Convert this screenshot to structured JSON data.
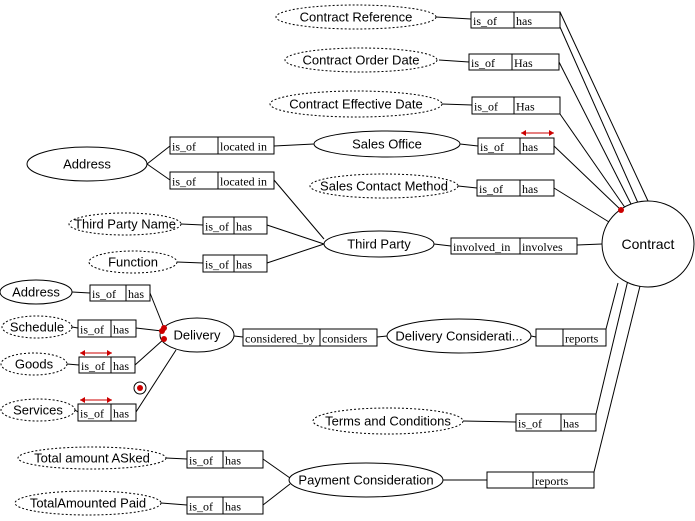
{
  "colors": {
    "line": "#000000",
    "marker": "#cc0000",
    "background": "#ffffff"
  },
  "entities": {
    "contract": "Contract",
    "address": "Address",
    "sales_office": "Sales Office",
    "third_party": "Third Party",
    "delivery": "Delivery",
    "delivery_consideration": "Delivery Considerati...",
    "payment_consideration": "Payment Consideration",
    "delivery_address": "Address"
  },
  "attributes": {
    "contract_reference": "Contract  Reference",
    "contract_order_date": "Contract Order Date",
    "contract_effective_date": "Contract Effective Date",
    "sales_contact_method": "Sales Contact Method",
    "third_party_name": "Third Party Name",
    "function": "Function",
    "schedule": "Schedule",
    "goods": "Goods",
    "services": "Services",
    "terms_and_conditions": "Terms and Conditions",
    "total_amount_asked": "Total amount ASked",
    "total_amounted_paid": "TotalAmounted Paid"
  },
  "relations": {
    "r_contract_reference": [
      "is_of",
      "has"
    ],
    "r_contract_order_date": [
      "is_of",
      "Has"
    ],
    "r_contract_effective_date": [
      "is_of",
      "Has"
    ],
    "r_address_sales_office": [
      "is_of",
      "located in"
    ],
    "r_address_third_party": [
      "is_of",
      "located in"
    ],
    "r_sales_office": [
      "is_of",
      "has"
    ],
    "r_sales_contact_method": [
      "is_of",
      "has"
    ],
    "r_third_party_name": [
      "is_of",
      "has"
    ],
    "r_function": [
      "is_of",
      "has"
    ],
    "r_third_party_contract": [
      "involved_in",
      "involves"
    ],
    "r_delivery_address": [
      "is_of",
      "has"
    ],
    "r_schedule": [
      "is_of",
      "has"
    ],
    "r_goods": [
      "is_of",
      "has"
    ],
    "r_services": [
      "is_of",
      "has"
    ],
    "r_delivery_consideration": [
      "considered_by",
      "considers"
    ],
    "r_delivery_reports": [
      "",
      "reports"
    ],
    "r_terms_and_conditions": [
      "is_of",
      "has"
    ],
    "r_total_amount_asked": [
      "is_of",
      "has"
    ],
    "r_total_amounted_paid": [
      "is_of",
      "has"
    ],
    "r_payment_reports": [
      "",
      "reports"
    ]
  }
}
